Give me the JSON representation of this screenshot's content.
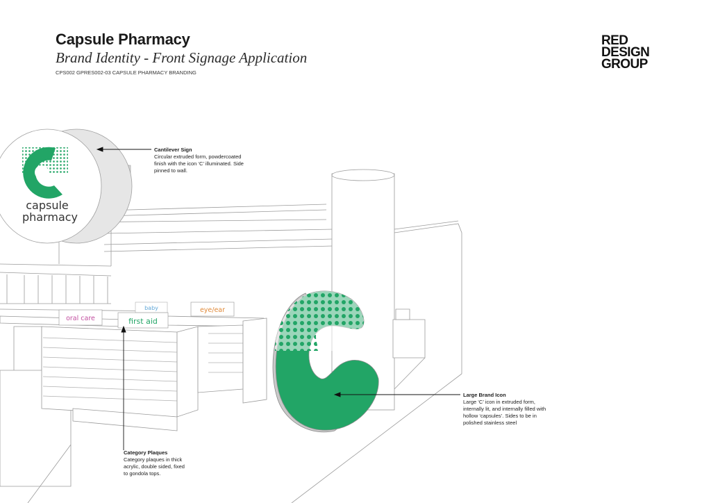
{
  "header": {
    "title": "Capsule Pharmacy",
    "subtitle": "Brand Identity - Front Signage Application",
    "reference": "CPS002 GPRES002-03 CAPSULE PHARMACY BRANDING"
  },
  "logo": {
    "lines": [
      "RED",
      "DESIGN",
      "GROUP"
    ]
  },
  "sign": {
    "line1": "capsule",
    "line2": "pharmacy"
  },
  "plaques": [
    "oral care",
    "baby",
    "first aid",
    "eye/ear"
  ],
  "callouts": {
    "cantilever": {
      "title": "Cantilever Sign",
      "body": "Circular extruded form, powdercoated finish with the icon ‘C’ illuminated. Side pinned to wall."
    },
    "brand_icon": {
      "title": "Large Brand Icon",
      "body": "Large ‘C’ icon in extruded form, internally lit, and internally filled with hollow ‘capsules’. Sides to be in polished stainless steel"
    },
    "plaques": {
      "title": "Category Plaques",
      "body": "Category plaques in thick acrylic, double sided, fixed to gondola tops."
    }
  },
  "colors": {
    "brand_green": "#22a566",
    "plaque_oral": "#c24fa0",
    "plaque_baby": "#62a8d8",
    "plaque_first_aid": "#22a566",
    "plaque_eye": "#e08a3a"
  }
}
